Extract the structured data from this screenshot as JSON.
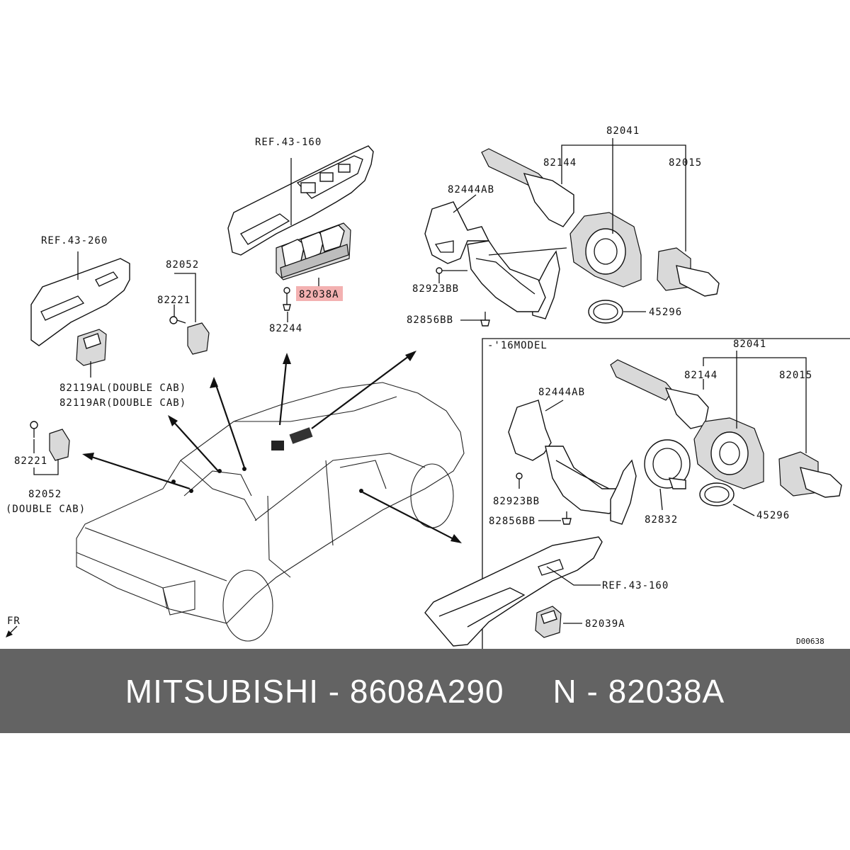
{
  "banner": {
    "text": "MITSUBISHI - 8608A290     N - 82038A"
  },
  "diagram_code": "D00638",
  "fr_label": "FR",
  "highlight_color": "#f3b1b1",
  "banner_color": "#636363",
  "labels": {
    "ref_43_160_top": "REF.43-160",
    "ref_43_260": "REF.43-260",
    "p82052_top": "82052",
    "p82221_top": "82221",
    "p82038A": "82038A",
    "p82244": "82244",
    "p82119AL": "82119AL(DOUBLE CAB)",
    "p82119AR": "82119AR(DOUBLE CAB)",
    "p82221_left": "82221",
    "p82052_left": "82052",
    "double_cab_left": "(DOUBLE CAB)",
    "p82041_top": "82041",
    "p82144_top": "82144",
    "p82015_top": "82015",
    "p82444AB_top": "82444AB",
    "p82923BB_top": "82923BB",
    "p82856BB_top": "82856BB",
    "p45296_top": "45296",
    "model_16": "-'16MODEL",
    "p82041_box": "82041",
    "p82144_box": "82144",
    "p82015_box": "82015",
    "p82444AB_box": "82444AB",
    "p82923BB_box": "82923BB",
    "p82856BB_box": "82856BB",
    "p82832": "82832",
    "p45296_box": "45296",
    "ref_43_160_bottom": "REF.43-160",
    "p82039A": "82039A"
  },
  "icons": [
    "front-direction-arrow-icon"
  ]
}
